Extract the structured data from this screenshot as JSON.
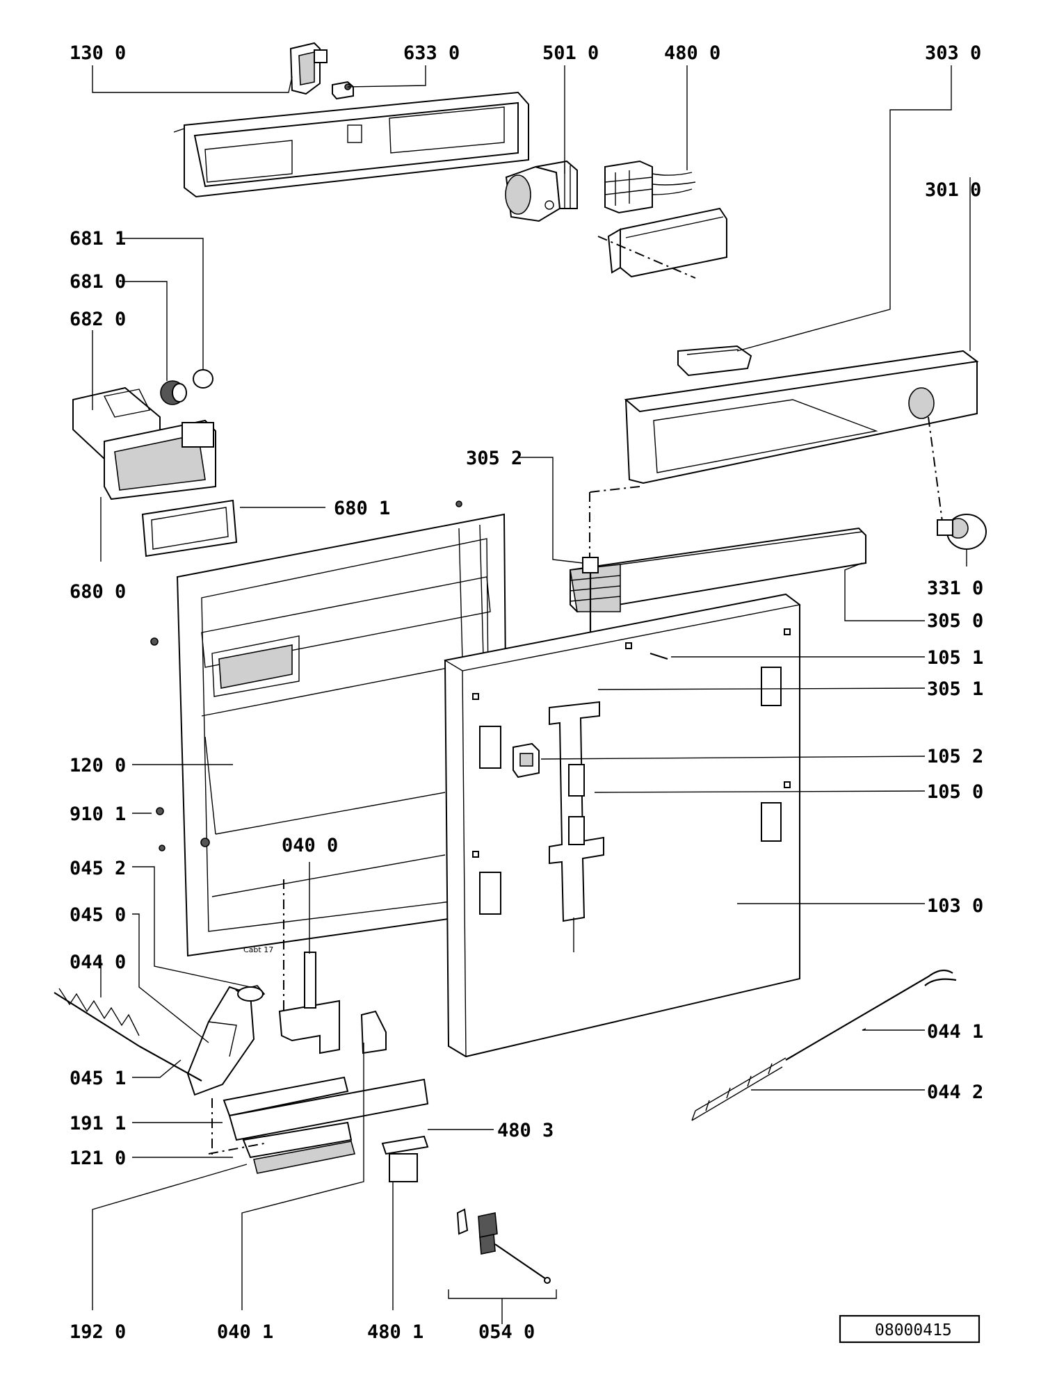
{
  "labels": {
    "l1300": "130 0",
    "l6330": "633 0",
    "l5010": "501 0",
    "l4800": "480 0",
    "l3030": "303 0",
    "l3010": "301 0",
    "l6811": "681 1",
    "l6810": "681 0",
    "l6820": "682 0",
    "l3052": "305 2",
    "l6801": "680 1",
    "l6800": "680 0",
    "l3310": "331 0",
    "l3050": "305 0",
    "l1051": "105 1",
    "l3051": "305 1",
    "l1052": "105 2",
    "l1050": "105 0",
    "l1200": "120 0",
    "l9101": "910 1",
    "l0400": "040 0",
    "l0452": "045 2",
    "l0450": "045 0",
    "l0440": "044 0",
    "l1030": "103 0",
    "l0441": "044 1",
    "l0451": "045 1",
    "l0442": "044 2",
    "l1911": "191 1",
    "l4803": "480 3",
    "l1210": "121 0",
    "l1920": "192 0",
    "l0401": "040 1",
    "l4801": "480 1",
    "l0540": "054 0"
  },
  "panel_marking": "Cabt 17",
  "drawing_ref": "08000415"
}
